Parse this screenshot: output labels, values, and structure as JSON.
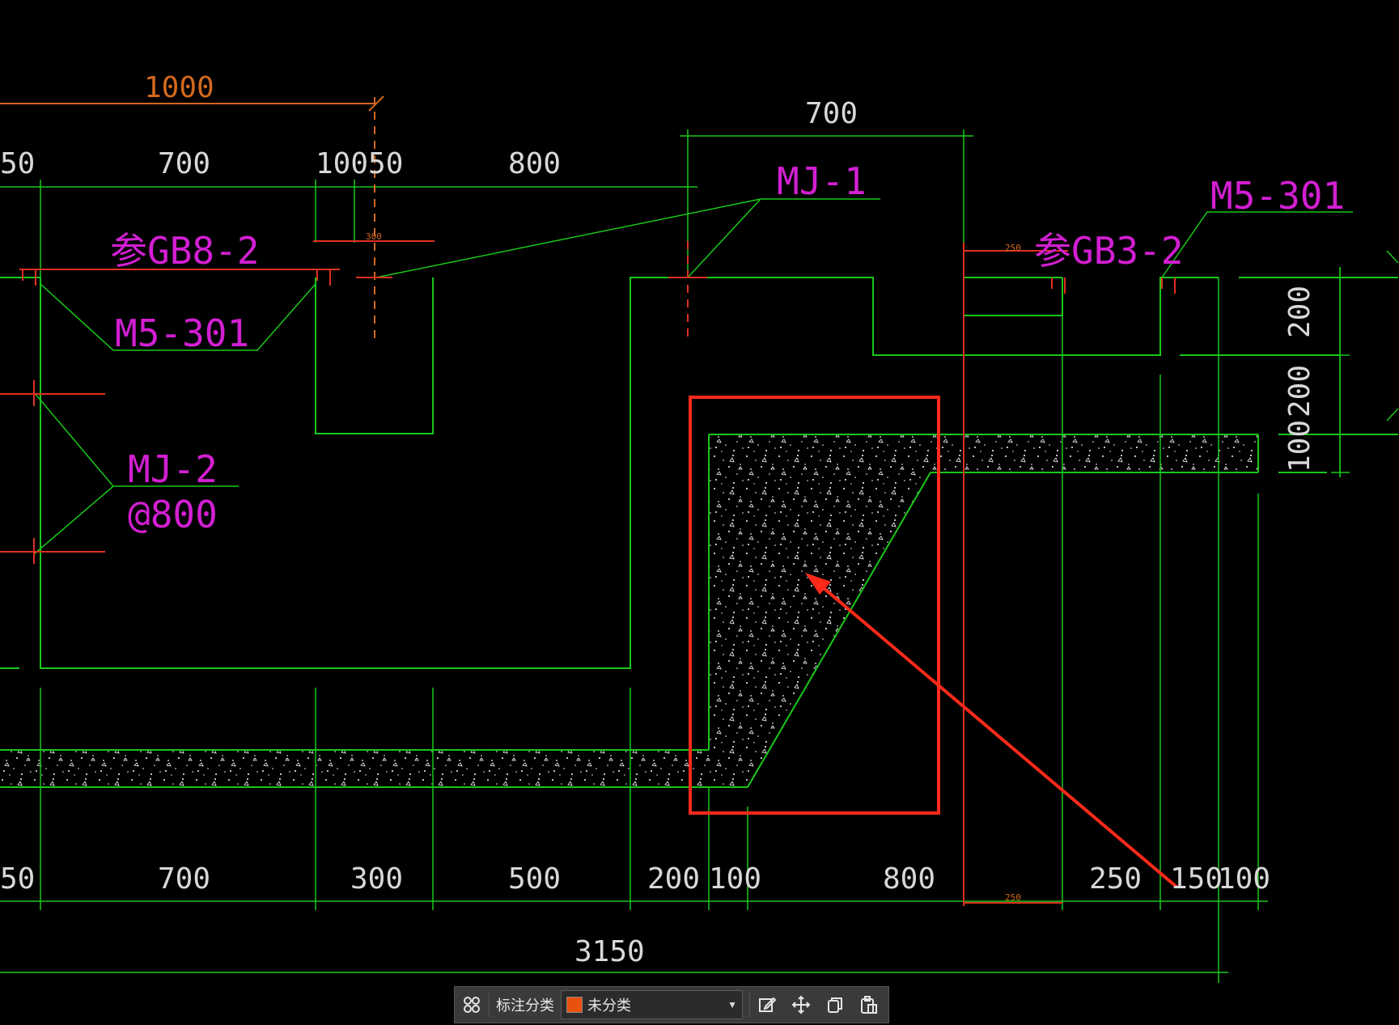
{
  "drawing": {
    "top_dimensions": {
      "orange_total": "1000",
      "segments": [
        "50",
        "700",
        "10050",
        "800"
      ],
      "right_top": "700"
    },
    "labels": {
      "mj1": "MJ-1",
      "m5_301_right": "M5-301",
      "gb8": "参GB8-2",
      "m5_301_left": "M5-301",
      "gb3": "参GB3-2",
      "mj2": "MJ-2",
      "mj2_spacing": "@800"
    },
    "small_dims": {
      "d300": "300",
      "d250_top": "250",
      "d250_bottom": "250"
    },
    "right_dimensions": [
      "200",
      "200",
      "100"
    ],
    "bottom_dimensions": [
      "50",
      "700",
      "300",
      "500",
      "200",
      "100",
      "800",
      "250",
      "150",
      "100"
    ],
    "total": "3150",
    "highlight_color": "#ff2a1a",
    "line_color": "#19c819",
    "label_color": "#d21fd2"
  },
  "toolbar": {
    "label": "标注分类",
    "category_value": "未分类",
    "category_color": "#e8520e",
    "icons": [
      "grid-icon",
      "edit-icon",
      "move-icon",
      "copy-icon",
      "paste-icon"
    ]
  }
}
